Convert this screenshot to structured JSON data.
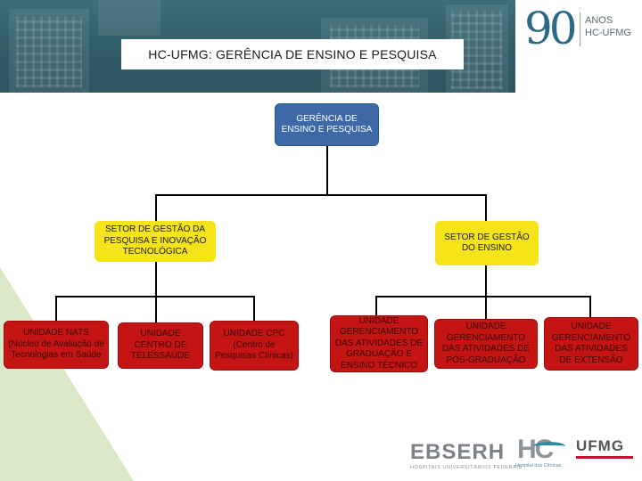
{
  "header": {
    "title": "HC-UFMG: GERÊNCIA DE ENSINO E PESQUISA",
    "anniversary_number": "90",
    "anniversary_text_1": "ANOS",
    "anniversary_text_2": "HC-UFMG"
  },
  "org_chart": {
    "root": {
      "label": "GERÊNCIA DE ENSINO E PESQUISA"
    },
    "sectors": [
      {
        "label": "SETOR DE GESTÃO DA PESQUISA E INOVAÇÃO TECNOLÓGICA"
      },
      {
        "label": "SETOR DE GESTÃO DO ENSINO"
      }
    ],
    "units": [
      {
        "label": "UNIDADE NATS (Núcleo de Avaliação de Tecnologias em Saúde"
      },
      {
        "label": "UNIDADE CENTRO DE TELESSAÚDE"
      },
      {
        "label": "UNIDADE CPC (Centro de Pesquisas Clínicas)"
      },
      {
        "label": "UNIDADE GERENCIAMENTO DAS ATIVIDADES DE GRADUAÇÃO E ENSINO TÉCNICO"
      },
      {
        "label": "UNIDADE GERENCIAMENTO DAS ATIVIDADES DE PÓS-GRADUAÇÃO"
      },
      {
        "label": "UNIDADE GERENCIAMENTO DAS ATIVIDADES DE EXTENSÃO"
      }
    ]
  },
  "footer_logos": {
    "ebserh": "EBSERH",
    "ebserh_sub": "HOSPITAIS UNIVERSITÁRIOS FEDERAIS",
    "hc": "HC",
    "hc_caption": "Hospital das Clínicas",
    "ufmg": "UFMG"
  },
  "colors": {
    "root_box": "#3d6aa6",
    "sector_box": "#f5e41a",
    "unit_box": "#c41414",
    "banner": "#335f69"
  }
}
